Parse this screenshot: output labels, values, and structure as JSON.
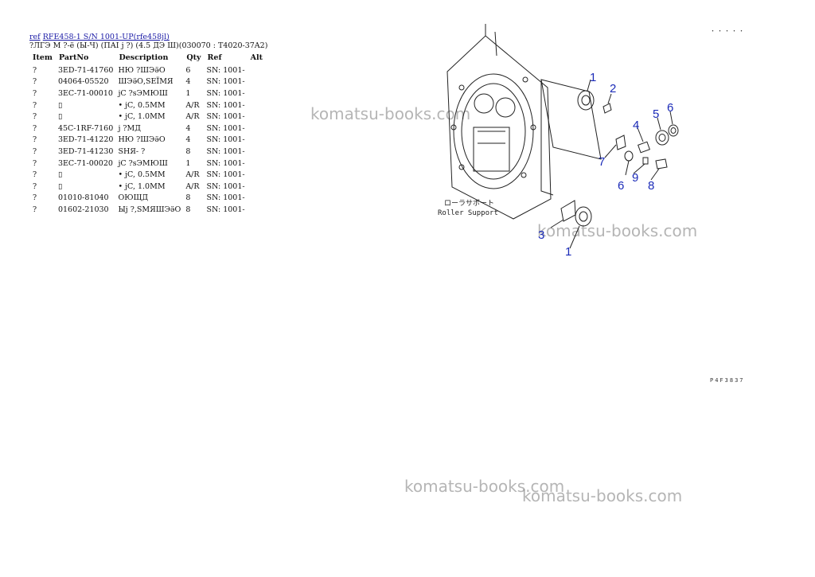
{
  "header": {
    "ref_link": "ref",
    "model_link": "RFE458-1 S/N 1001-UP(rfe458jl)",
    "subtitle": "?ЛГЭ М ?-ё (Ы-Ч) (ПАІ j ?) (4.5 ДЭ Ш)(030070 : T4020-37A2)"
  },
  "table": {
    "columns": [
      "Item",
      "PartNo",
      "Description",
      "Qty",
      "Ref",
      "Alt"
    ],
    "rows": [
      {
        "item": "?",
        "part": "3ED-71-41760",
        "desc": "НЮ ?ШЭӛО",
        "qty": "6",
        "ref": "SN: 1001-"
      },
      {
        "item": "?",
        "part": "04064-05520",
        "desc": "ШЭӛО,SЕЇМЯ",
        "qty": "4",
        "ref": "SN: 1001-"
      },
      {
        "item": "?",
        "part": "3EC-71-00010",
        "desc": "jC ?sЭМЮШ",
        "qty": "1",
        "ref": "SN: 1001-"
      },
      {
        "item": "?",
        "part": "▯",
        "desc": "• jC, 0.5MM",
        "qty": "A/R",
        "ref": "SN: 1001-"
      },
      {
        "item": "?",
        "part": "▯",
        "desc": "• jC, 1.0MM",
        "qty": "A/R",
        "ref": "SN: 1001-"
      },
      {
        "item": "?",
        "part": "45C-1RF-7160",
        "desc": "j ?МД",
        "qty": "4",
        "ref": "SN: 1001-"
      },
      {
        "item": "?",
        "part": "3ED-71-41220",
        "desc": "НЮ ?ШЭӛО",
        "qty": "4",
        "ref": "SN: 1001-"
      },
      {
        "item": "?",
        "part": "3ED-71-41230",
        "desc": "SНЯ- ?",
        "qty": "8",
        "ref": "SN: 1001-"
      },
      {
        "item": "?",
        "part": "3EC-71-00020",
        "desc": "jC ?sЭМЮШ",
        "qty": "1",
        "ref": "SN: 1001-"
      },
      {
        "item": "?",
        "part": "▯",
        "desc": "• jC, 0.5MM",
        "qty": "A/R",
        "ref": "SN: 1001-"
      },
      {
        "item": "?",
        "part": "▯",
        "desc": "• jC, 1.0MM",
        "qty": "A/R",
        "ref": "SN: 1001-"
      },
      {
        "item": "?",
        "part": "01010-81040",
        "desc": "ОЮЩД",
        "qty": "8",
        "ref": "SN: 1001-"
      },
      {
        "item": "?",
        "part": "01602-21030",
        "desc": "Ыj ?,SМЯШЭӛО",
        "qty": "8",
        "ref": "SN: 1001-"
      }
    ]
  },
  "diagram": {
    "callouts": [
      "1",
      "2",
      "4",
      "5",
      "6",
      "7",
      "6",
      "9",
      "8",
      "3",
      "1"
    ],
    "label_jp": "ローラサポート",
    "label_en": "Roller Support",
    "code_top": "・・・・・",
    "code_bottom": "P4F3837"
  },
  "watermarks": [
    "komatsu-books.com",
    "komatsu-books.com",
    "komatsu-books.com",
    "komatsu-books.com"
  ]
}
